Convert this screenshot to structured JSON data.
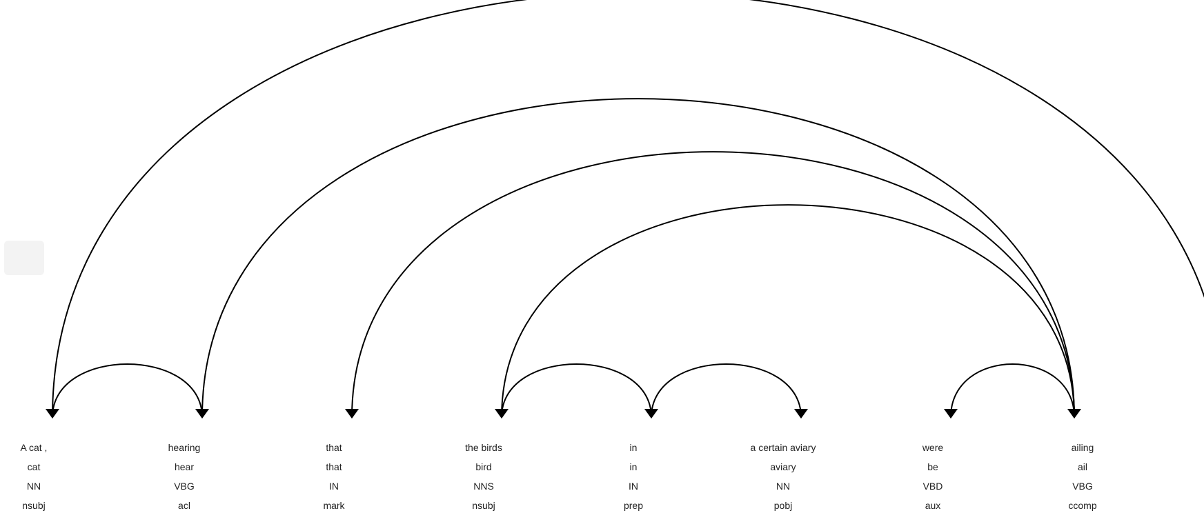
{
  "tokens": [
    {
      "text": "A cat ,",
      "lemma": "cat",
      "tag": "NN",
      "dep": "nsubj"
    },
    {
      "text": "hearing",
      "lemma": "hear",
      "tag": "VBG",
      "dep": "acl"
    },
    {
      "text": "that",
      "lemma": "that",
      "tag": "IN",
      "dep": "mark"
    },
    {
      "text": "the birds",
      "lemma": "bird",
      "tag": "NNS",
      "dep": "nsubj"
    },
    {
      "text": "in",
      "lemma": "in",
      "tag": "IN",
      "dep": "prep"
    },
    {
      "text": "a certain aviary",
      "lemma": "aviary",
      "tag": "NN",
      "dep": "pobj"
    },
    {
      "text": "were",
      "lemma": "be",
      "tag": "VBD",
      "dep": "aux"
    },
    {
      "text": "ailing",
      "lemma": "ail",
      "tag": "VBG",
      "dep": "ccomp"
    }
  ],
  "arcs": [
    {
      "from": 0,
      "to": 1
    },
    {
      "from": 3,
      "to": 4
    },
    {
      "from": 4,
      "to": 5
    },
    {
      "from": 7,
      "to": 6
    },
    {
      "from": 7,
      "to": 3
    },
    {
      "from": 7,
      "to": 2
    },
    {
      "from": 1,
      "to": 7
    },
    {
      "from": 8,
      "to": 0
    }
  ],
  "colors": {
    "stroke": "#000000",
    "text": "#222222"
  }
}
